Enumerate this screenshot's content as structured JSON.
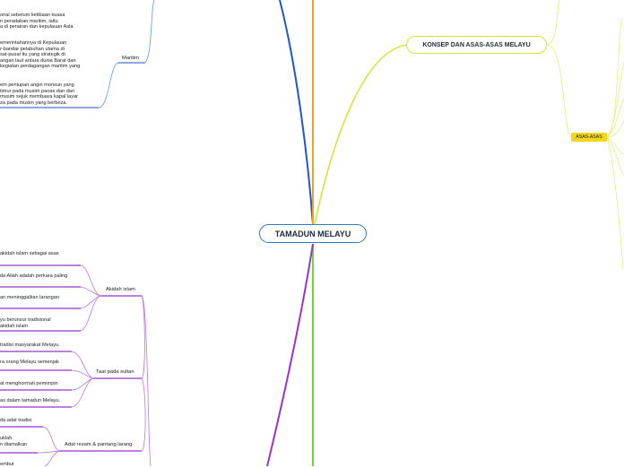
{
  "central_topic": "TAMADUN MELAYU",
  "konsep_topic": "KONSEP DAN ASAS-ASAS MELAYU",
  "asas_label": "ASAS-ASAS",
  "maritim": {
    "label": "Maritim",
    "texts": [
      [
        "onal sebelum ketibaan kuasa",
        "n peradaban maritim, iaitu",
        "a di perairan dan kepulauan Asia"
      ],
      [
        "emerintahannya di Kepulauan",
        "r-bandar pelabuhan utama di",
        "sat-pusat itu yang strategik di",
        "angan laut antara dunia Barat dan",
        " kegiatan perdagangan maritim yang"
      ],
      [
        "em peniupan angin monsun yang",
        " timur pada musim panas dan dari",
        "musim sejuk membawa kapal layar",
        "za pada musim yang berbeza."
      ]
    ]
  },
  "akidah": {
    "label": "Akidah islam",
    "texts": [
      [
        " akidah islam sebagai asas"
      ],
      [
        "da Allah adalah perkara paling"
      ],
      [
        "an meninggalkan larangan"
      ],
      [
        "yu berunsur tradisional",
        " akidah islam"
      ]
    ]
  },
  "taat": {
    "label": "Taat pada sultan",
    "texts": [
      [
        "tradisi masyarakat Melayu."
      ],
      [
        "ra orang Melayu semenjak"
      ],
      [
        "at menghormati pemimpin"
      ],
      [
        "as dalam tamadun Melayu."
      ]
    ]
  },
  "adat": {
    "label": "Adat resam & pantang larang",
    "texts": [
      [
        "da adat tradisi"
      ],
      [
        "uklah",
        "n diamalkan"
      ],
      [
        "embut"
      ]
    ]
  },
  "colors": {
    "blue": "#2255cc",
    "orange": "#f0a020",
    "yellow": "#d7e33a",
    "green": "#66dd33",
    "purple": "#9933cc",
    "maritim_branch": "#5b9be0",
    "asas_fill": "#f3d61c"
  }
}
